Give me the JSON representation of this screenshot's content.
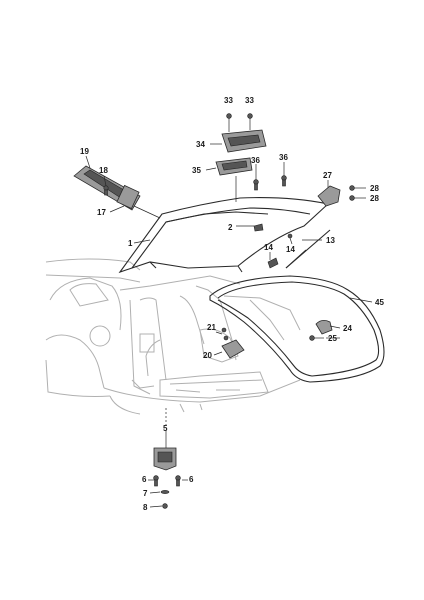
{
  "callouts": [
    {
      "id": "c33a",
      "label": "33"
    },
    {
      "id": "c33b",
      "label": "33"
    },
    {
      "id": "c34",
      "label": "34"
    },
    {
      "id": "c35",
      "label": "35"
    },
    {
      "id": "c36a",
      "label": "36"
    },
    {
      "id": "c36b",
      "label": "36"
    },
    {
      "id": "c27",
      "label": "27"
    },
    {
      "id": "c28a",
      "label": "28"
    },
    {
      "id": "c28b",
      "label": "28"
    },
    {
      "id": "c19",
      "label": "19"
    },
    {
      "id": "c18",
      "label": "18"
    },
    {
      "id": "c17",
      "label": "17"
    },
    {
      "id": "c1",
      "label": "1"
    },
    {
      "id": "c2",
      "label": "2"
    },
    {
      "id": "c14a",
      "label": "14"
    },
    {
      "id": "c14b",
      "label": "14"
    },
    {
      "id": "c13",
      "label": "13"
    },
    {
      "id": "c45",
      "label": "45"
    },
    {
      "id": "c24",
      "label": "24"
    },
    {
      "id": "c25",
      "label": "25"
    },
    {
      "id": "c21",
      "label": "21"
    },
    {
      "id": "c20",
      "label": "20"
    },
    {
      "id": "c5",
      "label": "5"
    },
    {
      "id": "c6a",
      "label": "6"
    },
    {
      "id": "c6b",
      "label": "6"
    },
    {
      "id": "c7",
      "label": "7"
    },
    {
      "id": "c8",
      "label": "8"
    }
  ],
  "colors": {
    "body_outline": "#b0b0b0",
    "part_outline": "#2a2a2a",
    "label": "#1a1a1a"
  }
}
